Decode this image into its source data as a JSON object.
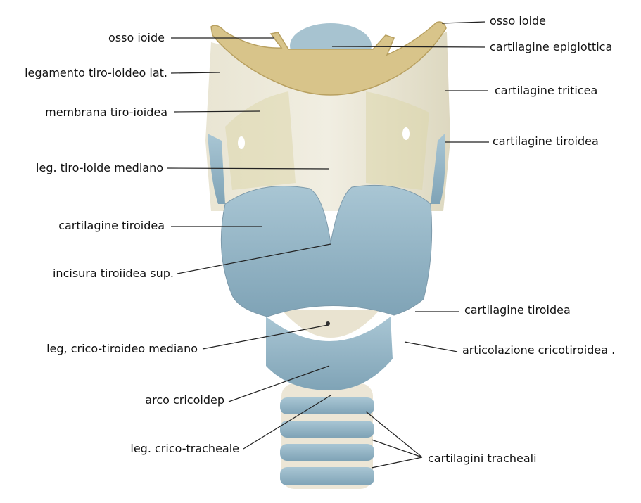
{
  "left_labels": [
    "osso ioide",
    "legamento tiro-ioideo lat.",
    "membrana tiro-ioidea",
    "leg. tiro-ioide mediano",
    "cartilagine tiroidea",
    "incisura tiroiidea sup.",
    "leg, crico-tiroideo mediano",
    "arco cricoidep",
    "leg. crico-tracheale"
  ],
  "right_labels": [
    "osso ioide",
    "cartilagine epiglottica",
    "cartilagine triticea",
    "cartilagine tiroidea",
    "cartilagine tiroidea",
    "articolazione cricotiroidea .",
    "cartilagini tracheali"
  ],
  "colors": {
    "cartilage": "#9dbccb",
    "bone": "#d8c48a",
    "membrane": "#e6e1cf",
    "leader": "#222222"
  }
}
